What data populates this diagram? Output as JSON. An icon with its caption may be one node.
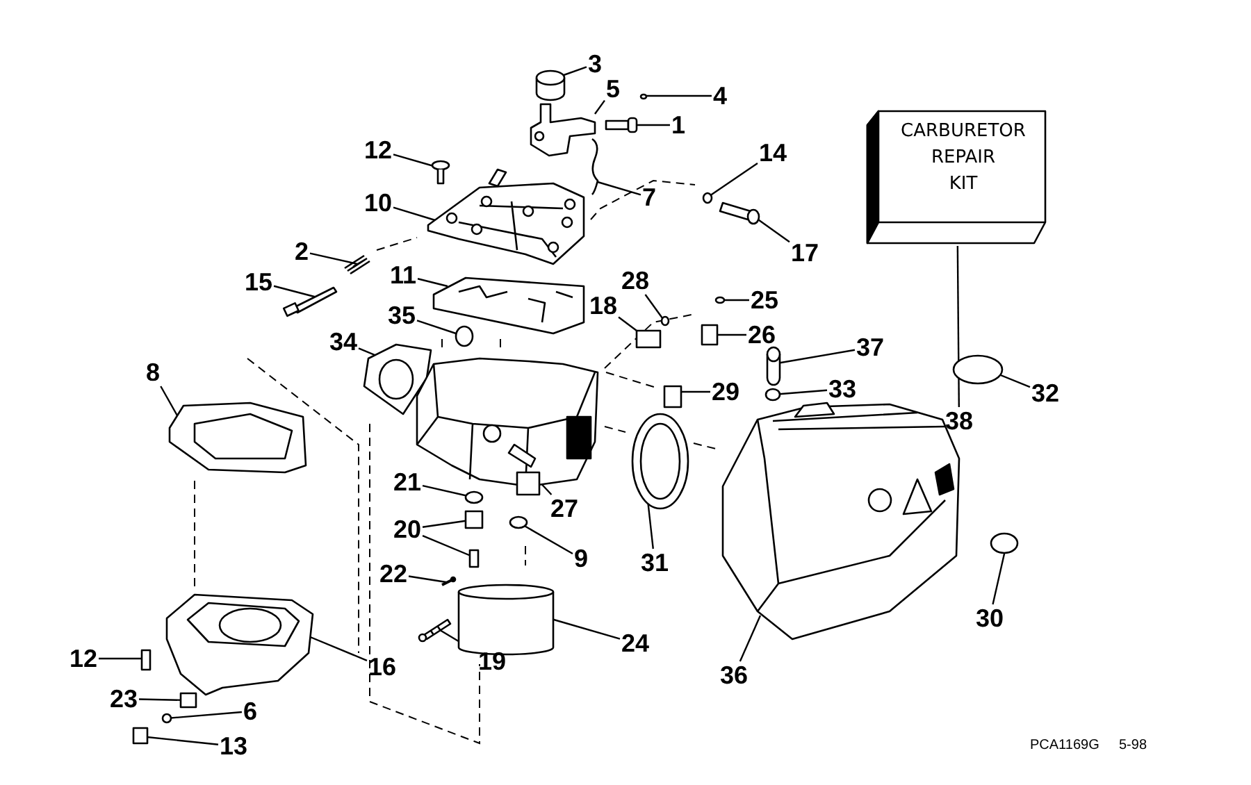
{
  "diagram": {
    "nodes": [
      {
        "text": [
          "3"
        ]
      },
      {
        "text": [
          "4"
        ]
      },
      {
        "text": [
          "5"
        ]
      },
      {
        "text": [
          "CARBURETOR REPAIR KIT"
        ]
      },
      {
        "text": [
          "1"
        ]
      },
      {
        "text": [
          "12"
        ]
      },
      {
        "text": [
          "14"
        ]
      },
      {
        "text": [
          "7"
        ]
      },
      {
        "text": [
          "10"
        ]
      },
      {
        "text": [
          "17"
        ]
      },
      {
        "text": [
          "2"
        ]
      },
      {
        "text": [
          "11"
        ]
      },
      {
        "text": [
          "15"
        ]
      },
      {
        "text": [
          "28"
        ]
      },
      {
        "text": [
          "25"
        ]
      },
      {
        "text": [
          "18"
        ]
      },
      {
        "text": [
          "35"
        ]
      },
      {
        "text": [
          "26"
        ]
      },
      {
        "text": [
          "34"
        ]
      },
      {
        "text": [
          "37"
        ]
      },
      {
        "text": [
          "8"
        ]
      },
      {
        "text": [
          "33"
        ]
      },
      {
        "text": [
          "29"
        ]
      },
      {
        "text": [
          "32"
        ]
      },
      {
        "text": [
          "38"
        ]
      },
      {
        "text": [
          "21"
        ]
      },
      {
        "text": [
          "27"
        ]
      },
      {
        "text": [
          "20"
        ]
      },
      {
        "text": [
          "9"
        ]
      },
      {
        "text": [
          "31"
        ]
      },
      {
        "text": [
          "22"
        ]
      },
      {
        "text": [
          "30"
        ]
      },
      {
        "text": [
          "24"
        ]
      },
      {
        "text": [
          "19"
        ]
      },
      {
        "text": [
          "16"
        ]
      },
      {
        "text": [
          "12"
        ]
      },
      {
        "text": [
          "36"
        ]
      },
      {
        "text": [
          "23"
        ]
      },
      {
        "text": [
          "6"
        ]
      },
      {
        "text": [
          "13"
        ]
      },
      {
        "text": [],
        "shape": "cylinder"
      },
      {
        "text": [],
        "shape": "circle"
      },
      {
        "text": [],
        "shape": "picture"
      },
      {
        "text": [],
        "shape": "picture"
      },
      {
        "text": [],
        "shape": "picture"
      },
      {
        "text": [],
        "shape": "circle"
      },
      {
        "text": [],
        "shape": "picture"
      },
      {
        "text": [],
        "shape": "picture"
      },
      {
        "text": [],
        "shape": "picture"
      },
      {
        "text": [],
        "shape": "picture"
      },
      {
        "text": [],
        "shape": "picture"
      },
      {
        "text": [],
        "shape": "picture"
      },
      {
        "text": [],
        "shape": "circle"
      },
      {
        "text": [],
        "shape": "circle"
      },
      {
        "text": [],
        "shape": "box"
      },
      {
        "text": [],
        "shape": "circle"
      },
      {
        "text": [],
        "shape": "box"
      },
      {
        "text": [],
        "shape": "picture"
      },
      {
        "text": [],
        "shape": "cylinder"
      },
      {
        "text": [],
        "shape": "picture"
      },
      {
        "text": [],
        "shape": "circle"
      },
      {
        "text": [],
        "shape": "box"
      },
      {
        "text": [],
        "shape": "circle"
      },
      {
        "text": [],
        "shape": "circle"
      },
      {
        "text": [],
        "shape": "picture"
      },
      {
        "text": [],
        "shape": "box"
      },
      {
        "text": [],
        "shape": "box"
      },
      {
        "text": [],
        "shape": "circle"
      },
      {
        "text": [],
        "shape": "picture"
      },
      {
        "text": [],
        "shape": "picture"
      },
      {
        "text": [],
        "shape": "circle"
      },
      {
        "text": [],
        "shape": "cylinder"
      },
      {
        "text": [],
        "shape": "picture"
      },
      {
        "text": [],
        "shape": "picture"
      },
      {
        "text": [],
        "shape": "box"
      },
      {
        "text": [],
        "shape": "picture"
      },
      {
        "text": [],
        "shape": "box"
      },
      {
        "text": [],
        "shape": "circle"
      },
      {
        "text": [],
        "shape": "box"
      }
    ],
    "edges": [
      {
        "from": 0,
        "to": 40,
        "arrow": "none"
      },
      {
        "from": 1,
        "to": 41,
        "arrow": "none"
      },
      {
        "from": 2,
        "to": 42,
        "arrow": "none"
      },
      {
        "from": 4,
        "to": 43,
        "arrow": "none"
      },
      {
        "from": 5,
        "to": 44,
        "arrow": "none"
      },
      {
        "from": 6,
        "to": 45,
        "arrow": "none"
      },
      {
        "from": 7,
        "to": 46,
        "arrow": "none"
      },
      {
        "from": 8,
        "to": 47,
        "arrow": "none"
      },
      {
        "from": 9,
        "to": 48,
        "arrow": "none"
      },
      {
        "from": 10,
        "to": 49,
        "arrow": "none"
      },
      {
        "from": 11,
        "to": 50,
        "arrow": "none"
      },
      {
        "from": 12,
        "to": 51,
        "arrow": "none"
      },
      {
        "from": 13,
        "to": 52,
        "arrow": "none"
      },
      {
        "from": 14,
        "to": 53,
        "arrow": "none"
      },
      {
        "from": 15,
        "to": 54,
        "arrow": "none"
      },
      {
        "from": 16,
        "to": 55,
        "arrow": "none"
      },
      {
        "from": 17,
        "to": 56,
        "arrow": "none"
      },
      {
        "from": 18,
        "to": 57,
        "arrow": "none"
      },
      {
        "from": 19,
        "to": 58,
        "arrow": "none"
      },
      {
        "from": 20,
        "to": 59,
        "arrow": "none"
      },
      {
        "from": 21,
        "to": 60,
        "arrow": "none"
      },
      {
        "from": 22,
        "to": 61,
        "arrow": "none"
      },
      {
        "from": 23,
        "to": 62,
        "arrow": "none"
      },
      {
        "from": 24,
        "to": 3,
        "arrow": "none"
      },
      {
        "from": 25,
        "to": 63,
        "arrow": "none"
      },
      {
        "from": 26,
        "to": 64,
        "arrow": "none"
      },
      {
        "from": 27,
        "to": 65,
        "arrow": "none"
      },
      {
        "from": 27,
        "to": 66,
        "arrow": "none"
      },
      {
        "from": 28,
        "to": 67,
        "arrow": "none"
      },
      {
        "from": 29,
        "to": 68,
        "arrow": "none"
      },
      {
        "from": 30,
        "to": 69,
        "arrow": "none"
      },
      {
        "from": 31,
        "to": 70,
        "arrow": "none"
      },
      {
        "from": 32,
        "to": 71,
        "arrow": "none"
      },
      {
        "from": 33,
        "to": 72,
        "arrow": "none"
      },
      {
        "from": 34,
        "to": 73,
        "arrow": "none"
      },
      {
        "from": 35,
        "to": 74,
        "arrow": "none"
      },
      {
        "from": 36,
        "to": 75,
        "arrow": "none"
      },
      {
        "from": 37,
        "to": 76,
        "arrow": "none"
      },
      {
        "from": 38,
        "to": 77,
        "arrow": "none"
      },
      {
        "from": 39,
        "to": 78,
        "arrow": "none"
      }
    ],
    "labels": [
      "PCA1169G",
      "5-98"
    ]
  }
}
